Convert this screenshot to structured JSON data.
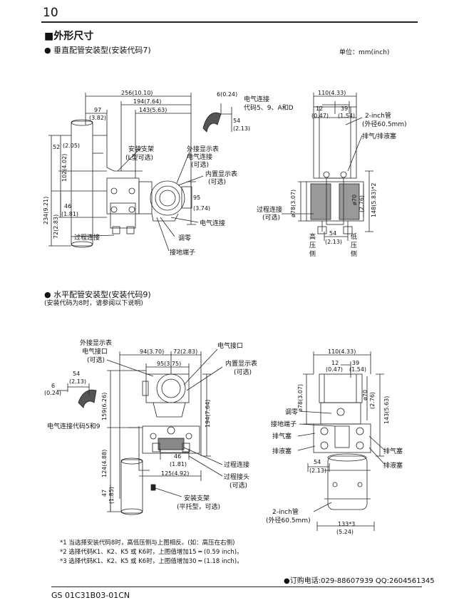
{
  "header": {
    "page_number": "10",
    "section_title": "■外形尺寸",
    "unit_note": "单位：mm(inch)"
  },
  "vertical": {
    "title": "● 垂直配管安装型(安装代码7)",
    "dims": {
      "d256": "256(10.10)",
      "d194": "194(7.64)",
      "d143": "143(5.63)",
      "d97": "97",
      "d382": "(3.82)",
      "d52": "52",
      "d205": "(2.05)",
      "d102": "102(4.02)",
      "d2349": "234(9.21)",
      "d46": "46",
      "d181": "(1.81)",
      "d72": "72(2.83)",
      "d95": "95",
      "d374": "(3.74)",
      "d6": "6(0.24)",
      "d54": "54",
      "d213": "(2.13)"
    },
    "labels": {
      "elec_codes": "电气连接",
      "elec_codes2": "代码5、9、A和D",
      "bracket": "安装支架",
      "bracket2": "(L型可选)",
      "ext_disp": "外接显示表",
      "ext_disp2": "电气连接",
      "ext_disp3": "(可选)",
      "int_disp": "内置显示表",
      "int_disp2": "(可选)",
      "elec_conn": "电气连接",
      "zero": "调零",
      "ground": "接地端子",
      "process": "过程连接"
    },
    "side": {
      "d110": "110(4.33)",
      "d12": "12",
      "d047": "(0.47)",
      "d39": "39",
      "d154": "(1.54)",
      "pipe": "2-inch管",
      "pipe2": "(外径60.5mm)",
      "vent": "排气/排液塞",
      "d78": "ø78(3.07)",
      "d70": "ø70",
      "d276": "(2.76)",
      "d148": "148(5.83)*2",
      "process": "过程连接",
      "process2": "(可选)",
      "high": "高",
      "high2": "压",
      "high3": "侧",
      "low": "低",
      "low2": "压",
      "low3": "侧",
      "d54": "54",
      "d213": "(2.13)"
    }
  },
  "horizontal": {
    "title": "● 水平配管安装型(安装代码9)",
    "subtitle": "(安装代码为8时，请参阅以下说明)",
    "dims": {
      "d94": "94(3.70)",
      "d72": "72(2.83)",
      "d95": "95(3.75)",
      "d54": "54",
      "d213": "(2.13)",
      "d6": "6",
      "d024": "(0.24)",
      "d159": "159(6.26)",
      "d194": "194(7.64)",
      "d124": "124(4.88)",
      "d46": "46",
      "d181": "(1.81)",
      "d125": "125(4.92)",
      "d47": "47",
      "d185": "(1.85)"
    },
    "labels": {
      "ext_disp": "外接显示表",
      "ext_disp2": "电气接口",
      "ext_disp3": "(可选)",
      "elec_port": "电气接口",
      "int_disp": "内置显示表",
      "int_disp2": "(可选)",
      "elec_codes": "电气连接代码5和9",
      "process": "过程连接",
      "adapter": "过程接头",
      "adapter2": "(可选)",
      "bracket": "安装支架",
      "bracket2": "(平托型，可选)"
    },
    "side": {
      "d110": "110(4.33)",
      "d12": "12",
      "d047": "(0.47)",
      "d39": "39",
      "d154": "(1.54)",
      "d78": "ø78(3.07)",
      "d70": "ø70",
      "d276": "(2.76)",
      "d143": "143(5.63)",
      "zero": "调零",
      "ground": "接地端子",
      "vent": "排气塞",
      "drain": "排液塞",
      "vent_r": "排气塞",
      "drain_r": "排液塞",
      "d54": "54",
      "d213": "(2.13)",
      "pipe": "2-inch管",
      "pipe2": "(外径60.5mm)",
      "d133": "133*3",
      "d524": "(5.24)"
    }
  },
  "notes": [
    "*1  当选择安装代码8时，高低压侧与上图相反。(如：高压在右侧)",
    "*2  选择代码K1、K2、K5 或 K6时，上图值增加15 ═ (0.59 inch)。",
    "*3  选择代码K1、K2、K5 或 K6时，上图值增加30 ═ (1.18 inch)。"
  ],
  "contact": "●订购电话:029-88607939  QQ:2604561345",
  "footer": "GS 01C31B03-01CN"
}
